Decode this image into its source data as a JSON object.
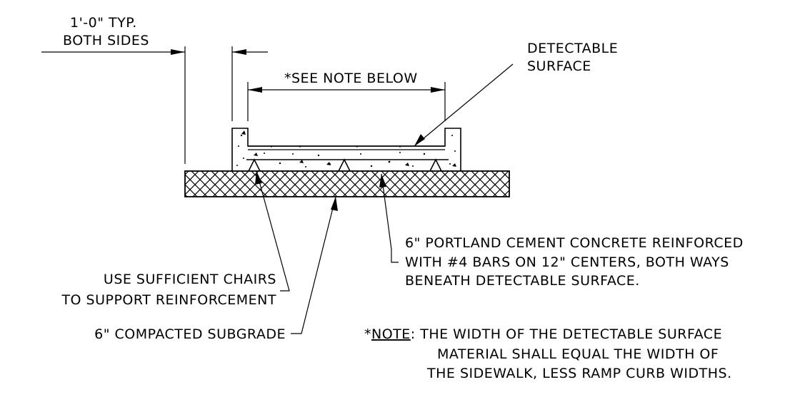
{
  "labels": {
    "typ_line1": "1'-0\" TYP.",
    "typ_line2": "BOTH SIDES",
    "see_note": "*SEE NOTE BELOW",
    "detectable_line1": "DETECTABLE",
    "detectable_line2": "SURFACE",
    "concrete_line1": "6\" PORTLAND CEMENT CONCRETE REINFORCED",
    "concrete_line2": "WITH #4 BARS ON 12\" CENTERS, BOTH WAYS",
    "concrete_line3": "BENEATH DETECTABLE SURFACE.",
    "chairs_line1": "USE SUFFICIENT CHAIRS",
    "chairs_line2": "TO SUPPORT REINFORCEMENT",
    "subgrade": "6\" COMPACTED SUBGRADE",
    "note_prefix": "*",
    "note_word": "NOTE",
    "note_line1": ": THE WIDTH OF THE DETECTABLE SURFACE",
    "note_line2": "MATERIAL SHALL EQUAL THE WIDTH OF",
    "note_line3": "THE SIDEWALK, LESS RAMP CURB WIDTHS."
  },
  "colors": {
    "ink": "#000000",
    "background": "#ffffff"
  }
}
